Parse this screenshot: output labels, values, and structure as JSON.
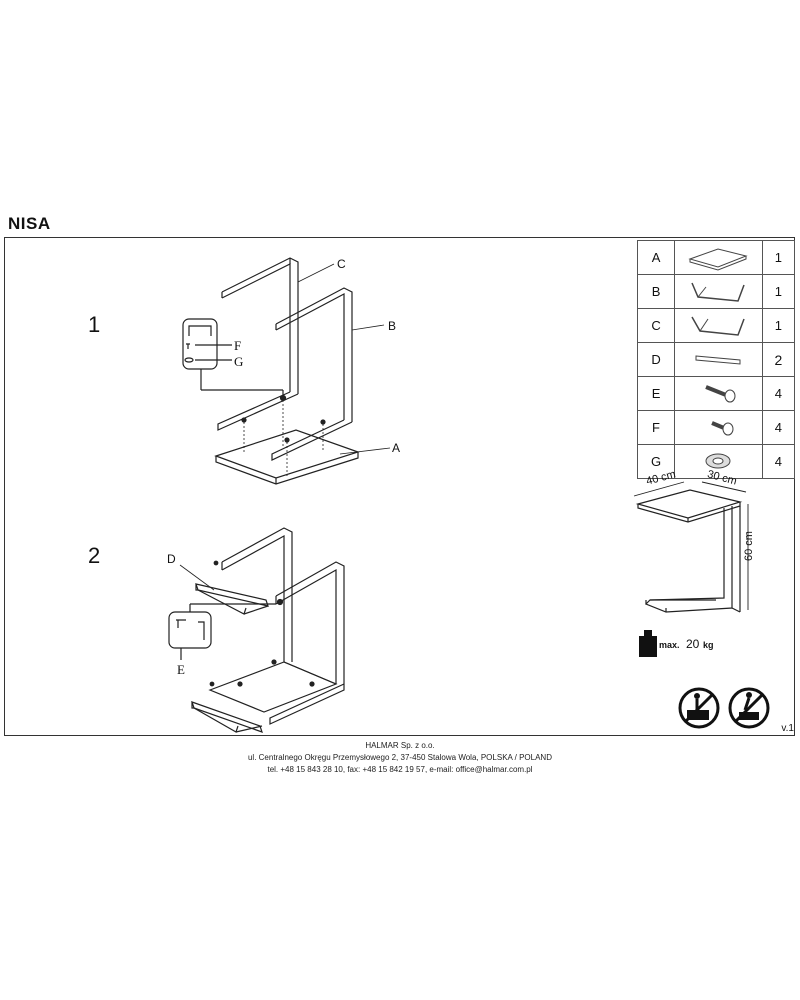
{
  "product": {
    "title": "NISA",
    "version": "v.1"
  },
  "steps": [
    {
      "number": "1"
    },
    {
      "number": "2"
    }
  ],
  "diagram_labels": {
    "step1": {
      "a": "A",
      "b": "B",
      "c": "C",
      "f": "F",
      "g": "G"
    },
    "step2": {
      "d": "D",
      "e": "E"
    }
  },
  "parts": [
    {
      "letter": "A",
      "qty": "1",
      "icon": "tabletop-icon"
    },
    {
      "letter": "B",
      "qty": "1",
      "icon": "frame-b-icon"
    },
    {
      "letter": "C",
      "qty": "1",
      "icon": "frame-c-icon"
    },
    {
      "letter": "D",
      "qty": "2",
      "icon": "bar-icon"
    },
    {
      "letter": "E",
      "qty": "4",
      "icon": "long-bolt-icon"
    },
    {
      "letter": "F",
      "qty": "4",
      "icon": "short-bolt-icon"
    },
    {
      "letter": "G",
      "qty": "4",
      "icon": "washer-icon"
    }
  ],
  "dimensions": {
    "width": "40 cm",
    "depth": "30 cm",
    "height": "60 cm"
  },
  "load": {
    "prefix": "max.",
    "value": "20",
    "unit": "kg"
  },
  "footer": {
    "company": "HALMAR Sp. z o.o.",
    "address": "ul. Centralnego Okręgu Przemysłowego 2, 37-450 Stalowa Wola, POLSKA / POLAND",
    "contact": "tel. +48 15 843 28 10, fax: +48 15 842 19 57, e-mail: office@halmar.com.pl"
  }
}
